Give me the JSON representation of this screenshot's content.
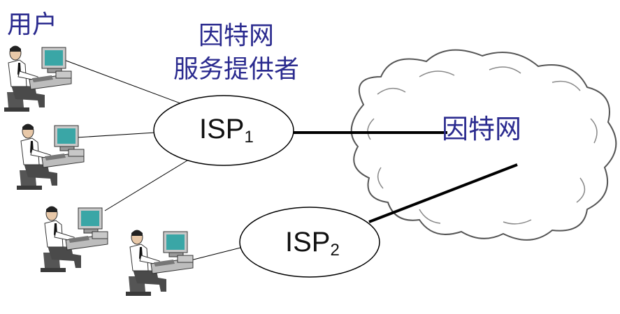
{
  "labels": {
    "users": "用户",
    "isp_provider_line1": "因特网",
    "isp_provider_line2": "服务提供者",
    "internet": "因特网"
  },
  "nodes": {
    "isp1": {
      "name": "ISP",
      "sub": "1"
    },
    "isp2": {
      "name": "ISP",
      "sub": "2"
    }
  },
  "colors": {
    "label_text": "#2b2b8f",
    "lines": "#000000",
    "cloud_fill": "#ffffff",
    "cloud_stroke": "#555555",
    "monitor_screen": "#3aa6a6",
    "computer_body": "#c8c8c8",
    "shirt": "#ffffff",
    "tie": "#111111",
    "trousers": "#4a4a4a",
    "chair": "#555555"
  },
  "icons": [
    "user-at-computer-icon",
    "cloud-icon"
  ]
}
